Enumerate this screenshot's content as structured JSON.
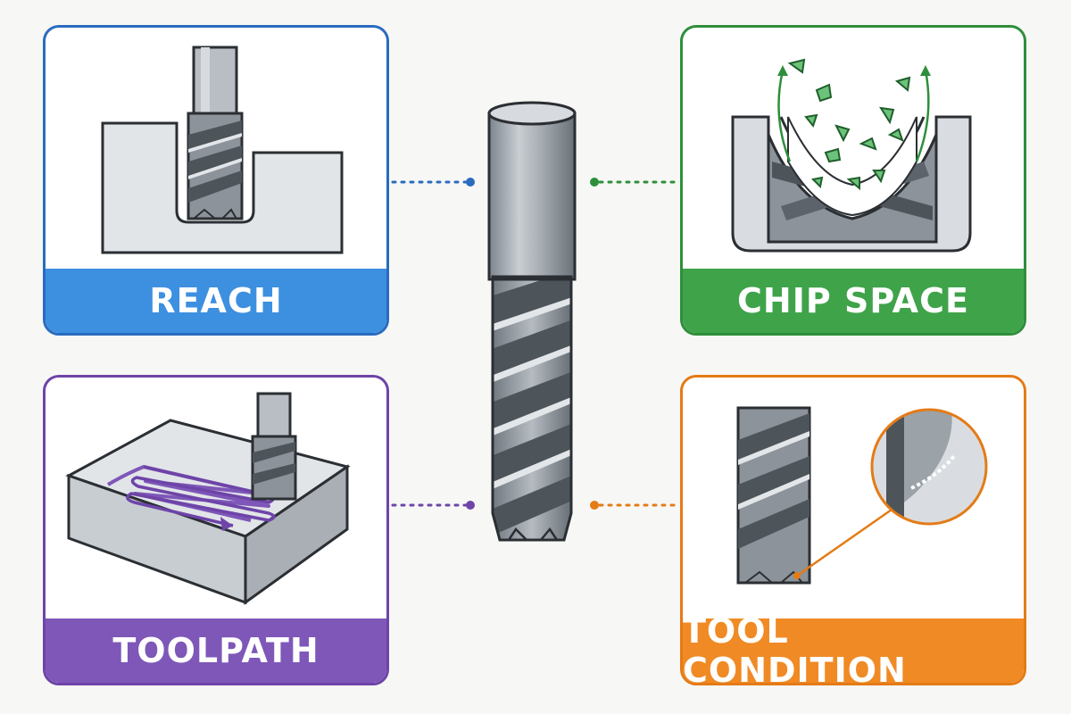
{
  "panels": {
    "reach": {
      "label": "REACH",
      "color": "#3d8fe0"
    },
    "chip_space": {
      "label": "CHIP SPACE",
      "color": "#3fa34a"
    },
    "toolpath": {
      "label": "TOOLPATH",
      "color": "#7e57b8"
    },
    "tool_condition": {
      "label": "TOOL CONDITION",
      "color": "#f08a24"
    }
  },
  "icons": {
    "center": "end-mill-icon",
    "reach": "end-mill-in-pocket-icon",
    "chip_space": "chip-evacuation-icon",
    "toolpath": "workpiece-toolpath-icon",
    "tool_condition": "worn-edge-magnifier-icon"
  }
}
